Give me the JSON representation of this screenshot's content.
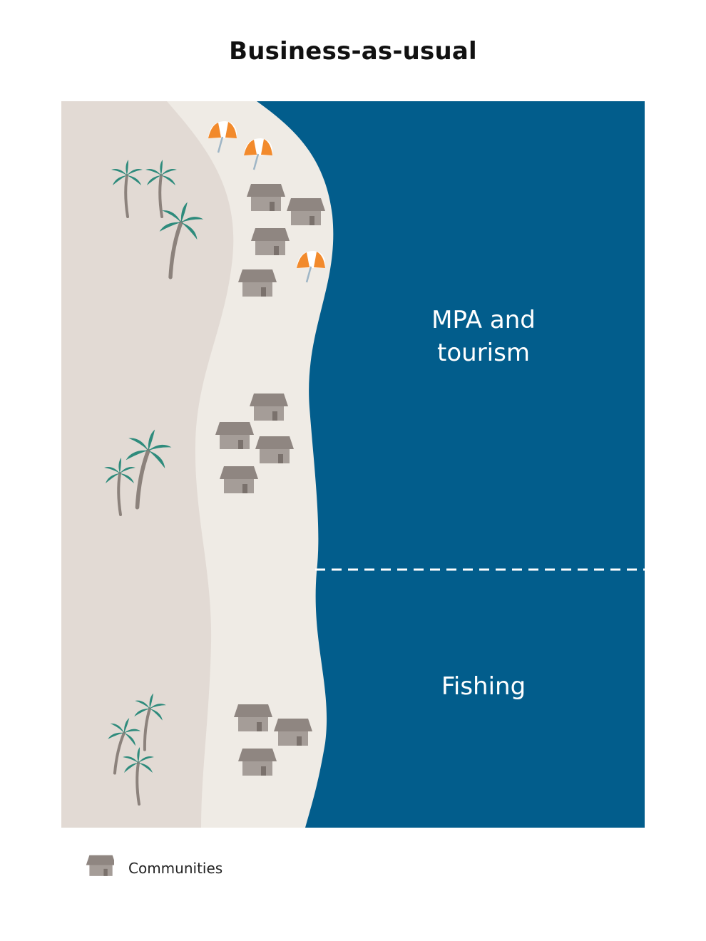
{
  "title": "Business-as-usual",
  "zones": {
    "mpa_tourism_label_line1": "MPA and",
    "mpa_tourism_label_line2": "tourism",
    "fishing_label": "Fishing"
  },
  "legend": {
    "communities_label": "Communities",
    "communities_icon": "house-icon"
  },
  "colors": {
    "ocean": "#025d8c",
    "inland": "#e2dad4",
    "beach": "#efebe5",
    "house": "#8f8681",
    "palm_leaf": "#2e8b7c",
    "palm_trunk": "#8c827c",
    "umbrella_orange": "#f28a2c"
  }
}
